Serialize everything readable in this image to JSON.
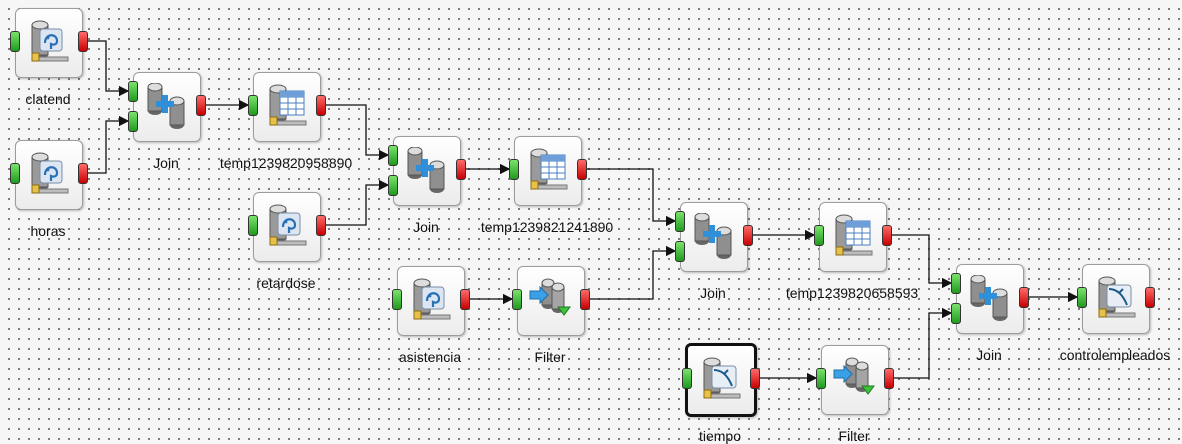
{
  "nodes": [
    {
      "id": "clatend",
      "label": "clatend",
      "icon": "postgres-table-input-icon"
    },
    {
      "id": "horas",
      "label": "horas",
      "icon": "postgres-table-input-icon"
    },
    {
      "id": "join1",
      "label": "Join",
      "icon": "join-icon"
    },
    {
      "id": "temp1",
      "label": "temp1239820958890",
      "icon": "temp-table-icon"
    },
    {
      "id": "retardose",
      "label": "retardose",
      "icon": "postgres-table-input-icon"
    },
    {
      "id": "join2",
      "label": "Join",
      "icon": "join-icon"
    },
    {
      "id": "temp2",
      "label": "temp1239821241890",
      "icon": "temp-table-icon"
    },
    {
      "id": "asistencia",
      "label": "asistencia",
      "icon": "postgres-table-input-icon"
    },
    {
      "id": "filter1",
      "label": "Filter",
      "icon": "filter-icon"
    },
    {
      "id": "join3",
      "label": "Join",
      "icon": "join-icon"
    },
    {
      "id": "temp3",
      "label": "temp1239820658593",
      "icon": "temp-table-icon"
    },
    {
      "id": "tiempo",
      "label": "tiempo",
      "icon": "mysql-table-input-icon",
      "selected": true
    },
    {
      "id": "filter2",
      "label": "Filter",
      "icon": "filter-icon"
    },
    {
      "id": "join4",
      "label": "Join",
      "icon": "join-icon"
    },
    {
      "id": "controlempleados",
      "label": "controlempleados",
      "icon": "mysql-table-output-icon"
    }
  ],
  "edges": [
    [
      "clatend",
      "join1"
    ],
    [
      "horas",
      "join1"
    ],
    [
      "join1",
      "temp1"
    ],
    [
      "temp1",
      "join2"
    ],
    [
      "retardose",
      "join2"
    ],
    [
      "join2",
      "temp2"
    ],
    [
      "asistencia",
      "filter1"
    ],
    [
      "temp2",
      "join3"
    ],
    [
      "filter1",
      "join3"
    ],
    [
      "join3",
      "temp3"
    ],
    [
      "tiempo",
      "filter2"
    ],
    [
      "temp3",
      "join4"
    ],
    [
      "filter2",
      "join4"
    ],
    [
      "join4",
      "controlempleados"
    ]
  ],
  "colors": {
    "input_port": "#2aa82a",
    "output_port": "#d40000",
    "edge": "#111111"
  }
}
